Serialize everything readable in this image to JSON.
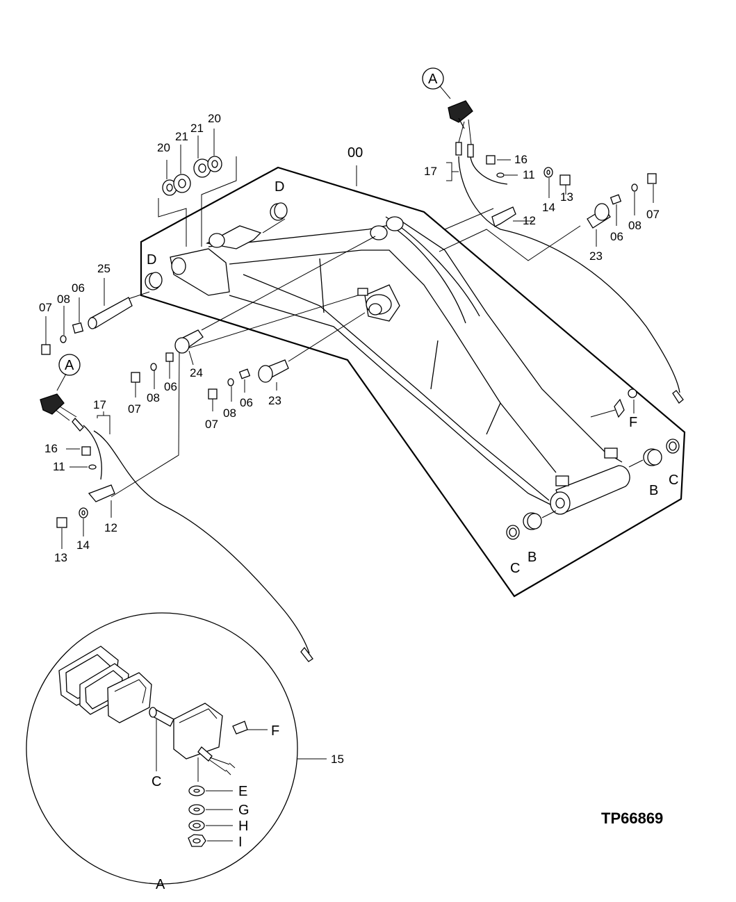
{
  "figure": {
    "reference": "TP66869"
  },
  "callouts": {
    "assembly": "00",
    "a_top": "A",
    "a_left": "A",
    "a_detail": "A",
    "d_top": "D",
    "d_left": "D",
    "b_right": "B",
    "c_right": "C",
    "b_bottom": "B",
    "c_bottom": "C",
    "f_right": "F",
    "f_detail": "F",
    "c_detail": "C",
    "e_detail": "E",
    "g_detail": "G",
    "h_detail": "H",
    "i_detail": "I",
    "detail_15": "15"
  },
  "top_washers": {
    "w20a": "20",
    "w21a": "21",
    "w21b": "21",
    "w20b": "20"
  },
  "left_pin": {
    "p25": "25",
    "p07": "07",
    "p08": "08",
    "p06": "06"
  },
  "middle_pin": {
    "p24": "24",
    "p07": "07",
    "p08": "08",
    "p06": "06"
  },
  "center_pin": {
    "p23": "23",
    "p07": "07",
    "p08": "08",
    "p06": "06"
  },
  "right_pin": {
    "p23": "23",
    "p06": "06",
    "p08": "08",
    "p07": "07"
  },
  "right_lamp": {
    "p17": "17",
    "p16": "16",
    "p11": "11",
    "p12": "12",
    "p14": "14",
    "p13": "13"
  },
  "left_lamp": {
    "p17": "17",
    "p16": "16",
    "p11": "11",
    "p12": "12",
    "p14": "14",
    "p13": "13"
  }
}
